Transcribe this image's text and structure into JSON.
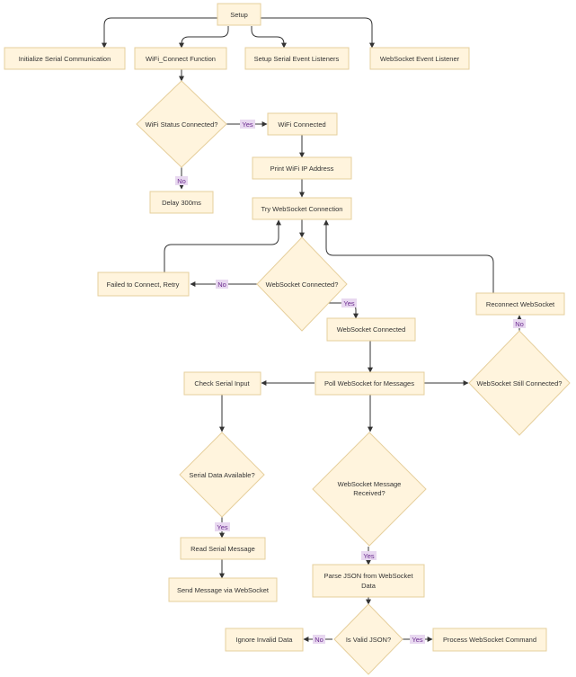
{
  "nodes": {
    "setup": "Setup",
    "init_serial": "Initialize Serial Communication",
    "wifi_connect_fn": "WiFi_Connect Function",
    "setup_serial_listeners": "Setup Serial Event Listeners",
    "ws_event_listener": "WebSocket Event Listener",
    "wifi_status": "WiFi Status Connected?",
    "wifi_connected": "WiFi Connected",
    "delay": "Delay 300ms",
    "print_ip": "Print WiFi IP Address",
    "try_ws": "Try WebSocket Connection",
    "failed_retry": "Failed to Connect, Retry",
    "ws_connected_q": "WebSocket Connected?",
    "reconnect_ws": "Reconnect WebSocket",
    "ws_connected": "WebSocket Connected",
    "check_serial": "Check Serial Input",
    "poll_ws": "Poll WebSocket for Messages",
    "ws_still_q": "WebSocket Still Connected?",
    "serial_avail_q": "Serial Data Available?",
    "ws_msg_q_line1": "WebSocket Message",
    "ws_msg_q_line2": "Received?",
    "read_serial": "Read Serial Message",
    "send_msg": "Send Message via WebSocket",
    "parse_json_line1": "Parse JSON from WebSocket",
    "parse_json_line2": "Data",
    "ignore_invalid": "Ignore Invalid Data",
    "valid_json_q": "Is Valid JSON?",
    "process_cmd": "Process WebSocket Command"
  },
  "edge_labels": {
    "yes": "Yes",
    "no": "No"
  }
}
